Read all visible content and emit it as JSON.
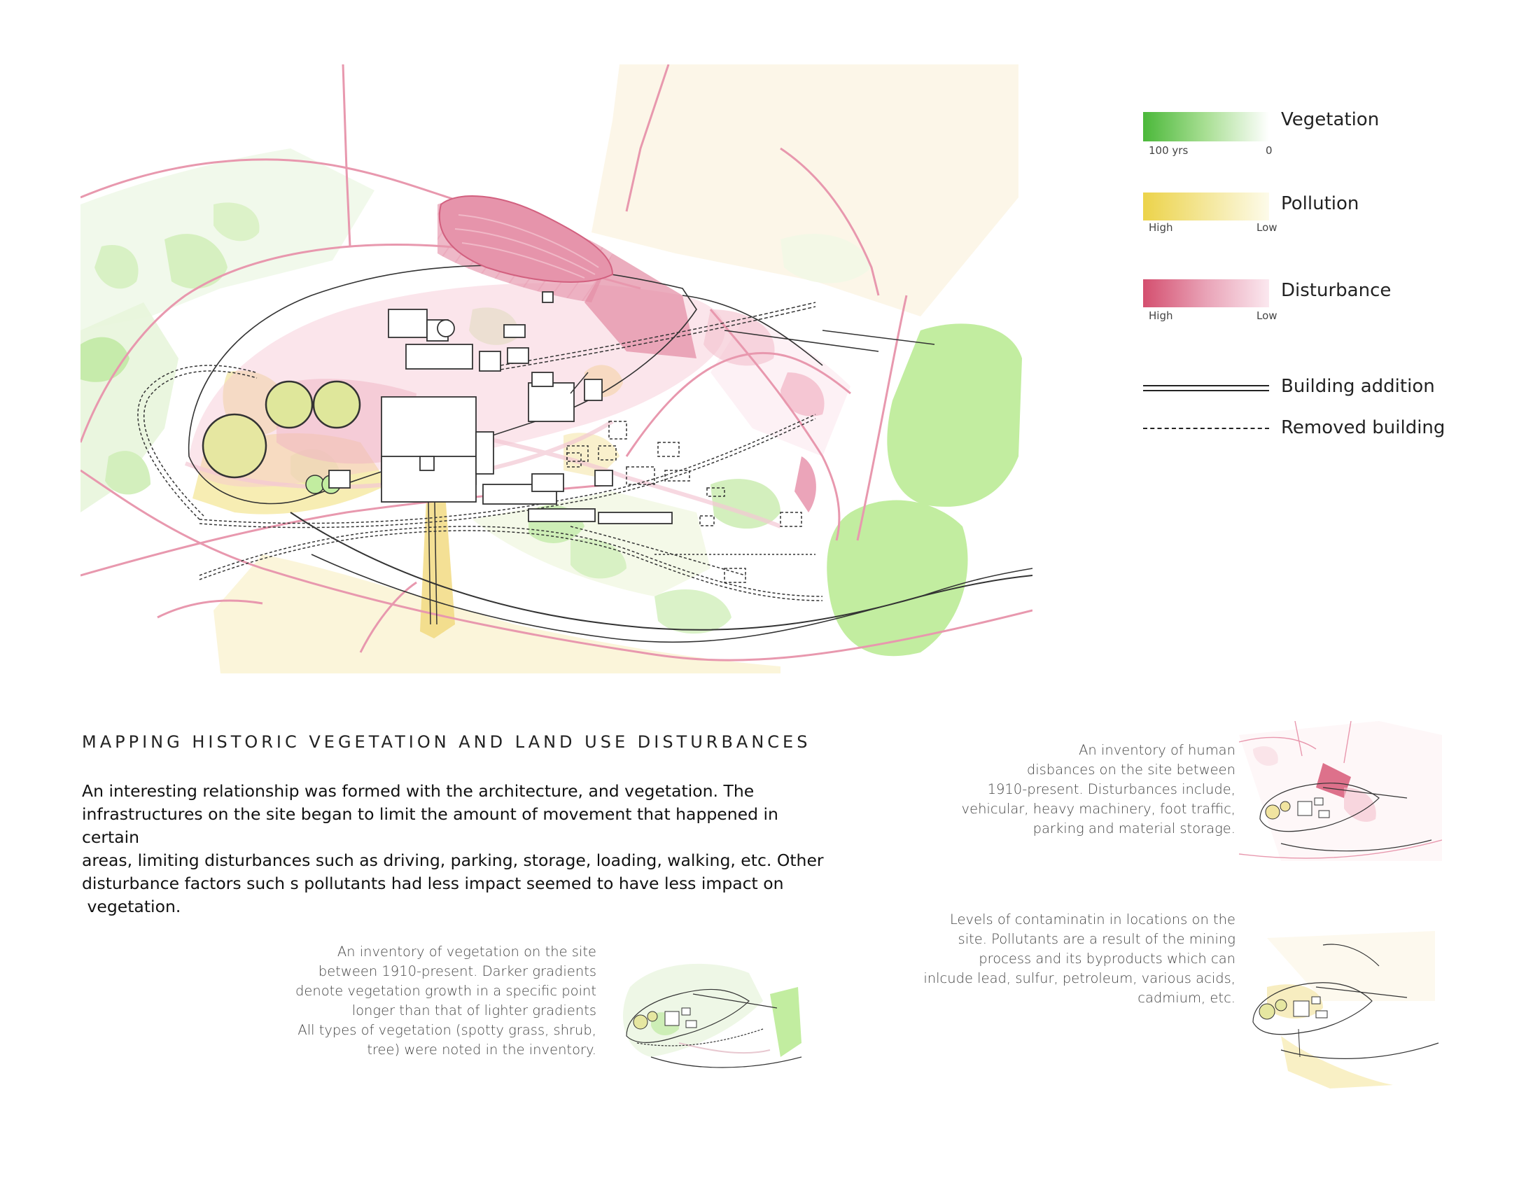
{
  "legend": {
    "vegetation": {
      "label": "Vegetation",
      "high": "100 yrs",
      "low": "0",
      "color_high": "#4bb83a",
      "color_low": "#ffffff"
    },
    "pollution": {
      "label": "Pollution",
      "high": "High",
      "low": "Low",
      "color_high": "#ecd34a",
      "color_low": "#fdfbea"
    },
    "disturbance": {
      "label": "Disturbance",
      "high": "High",
      "low": "Low",
      "color_high": "#d44f6f",
      "color_low": "#fbe8ef"
    },
    "building_addition": {
      "label": "Building addition"
    },
    "removed_building": {
      "label": "Removed building"
    }
  },
  "title": "MAPPING HISTORIC VEGETATION AND LAND USE DISTURBANCES",
  "intro": [
    "An interesting relationship was formed with the architecture, and vegetation. The",
    "infrastructures on the site began to limit the amount of movement that happened in certain",
    "areas, limiting disturbances such as driving, parking, storage, loading, walking, etc. Other",
    "disturbance factors such s pollutants had less impact seemed to have less impact on",
    " vegetation."
  ],
  "captions": {
    "vegetation": [
      "An inventory of vegetation on the site",
      "between 1910-present. Darker gradients",
      "denote vegetation growth in a specific point",
      "longer than that of lighter gradients",
      "All types of vegetation (spotty grass, shrub,",
      "tree) were noted in the inventory."
    ],
    "disturbance": [
      "An inventory of human",
      "disbances on the site between",
      "1910-present. Disturbances include,",
      "vehicular, heavy machinery, foot traffic,",
      "parking and material storage."
    ],
    "pollution": [
      "Levels of contaminatin in locations on the",
      "site. Pollutants are a result of the mining",
      "process and its byproducts which can",
      "inlcude lead, sulfur, petroleum, various acids,",
      "cadmium, etc."
    ]
  }
}
